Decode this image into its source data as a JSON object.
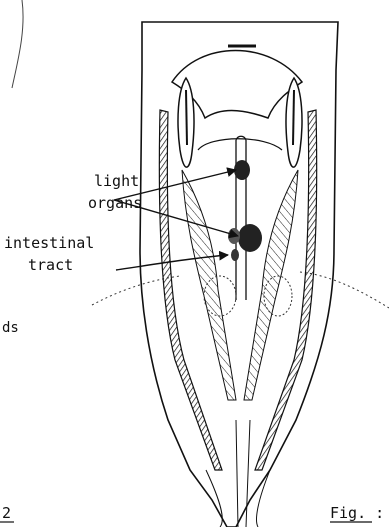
{
  "labels": {
    "light": "light",
    "organs": "organs",
    "intestinal": "intestinal",
    "tract": "tract",
    "left_fragment": "ds",
    "page_number": "2",
    "fig_fragment": "Fig. :"
  }
}
